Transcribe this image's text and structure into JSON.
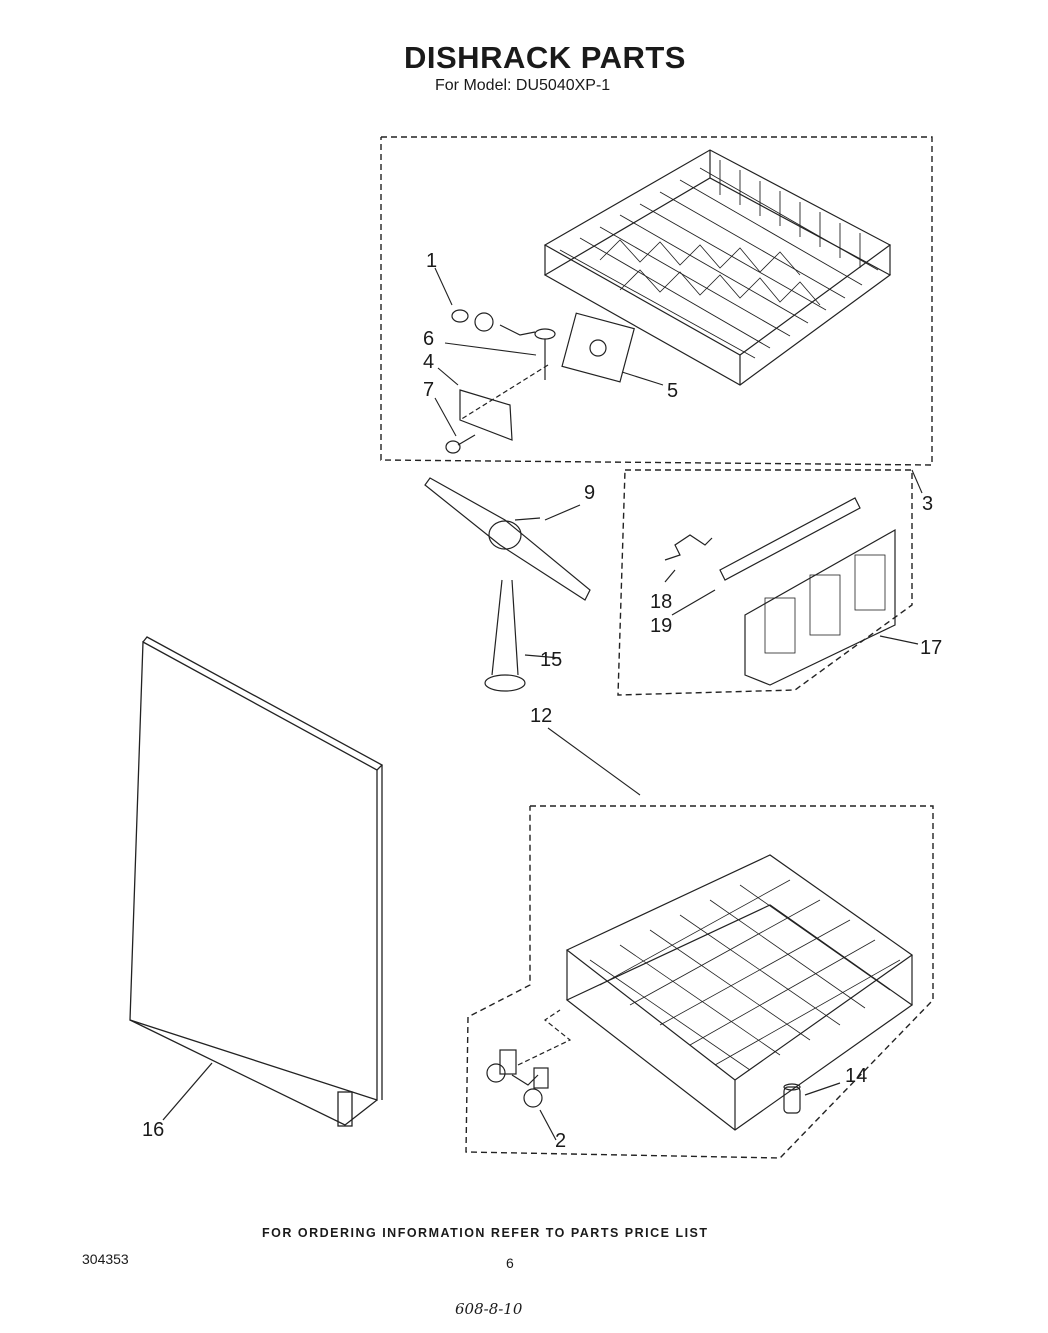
{
  "header": {
    "title": "DISHRACK PARTS",
    "model": "For Model: DU5040XP-1"
  },
  "callouts": {
    "c1": "1",
    "c2": "2",
    "c3": "3",
    "c4": "4",
    "c5": "5",
    "c6": "6",
    "c7": "7",
    "c9": "9",
    "c12": "12",
    "c14": "14",
    "c15": "15",
    "c16": "16",
    "c17": "17",
    "c18": "18",
    "c19": "19"
  },
  "footer": {
    "ordering_note": "FOR ORDERING INFORMATION REFER TO PARTS PRICE LIST",
    "doc_number": "304353",
    "page_number": "6",
    "handwritten_code": "608-8-10"
  }
}
